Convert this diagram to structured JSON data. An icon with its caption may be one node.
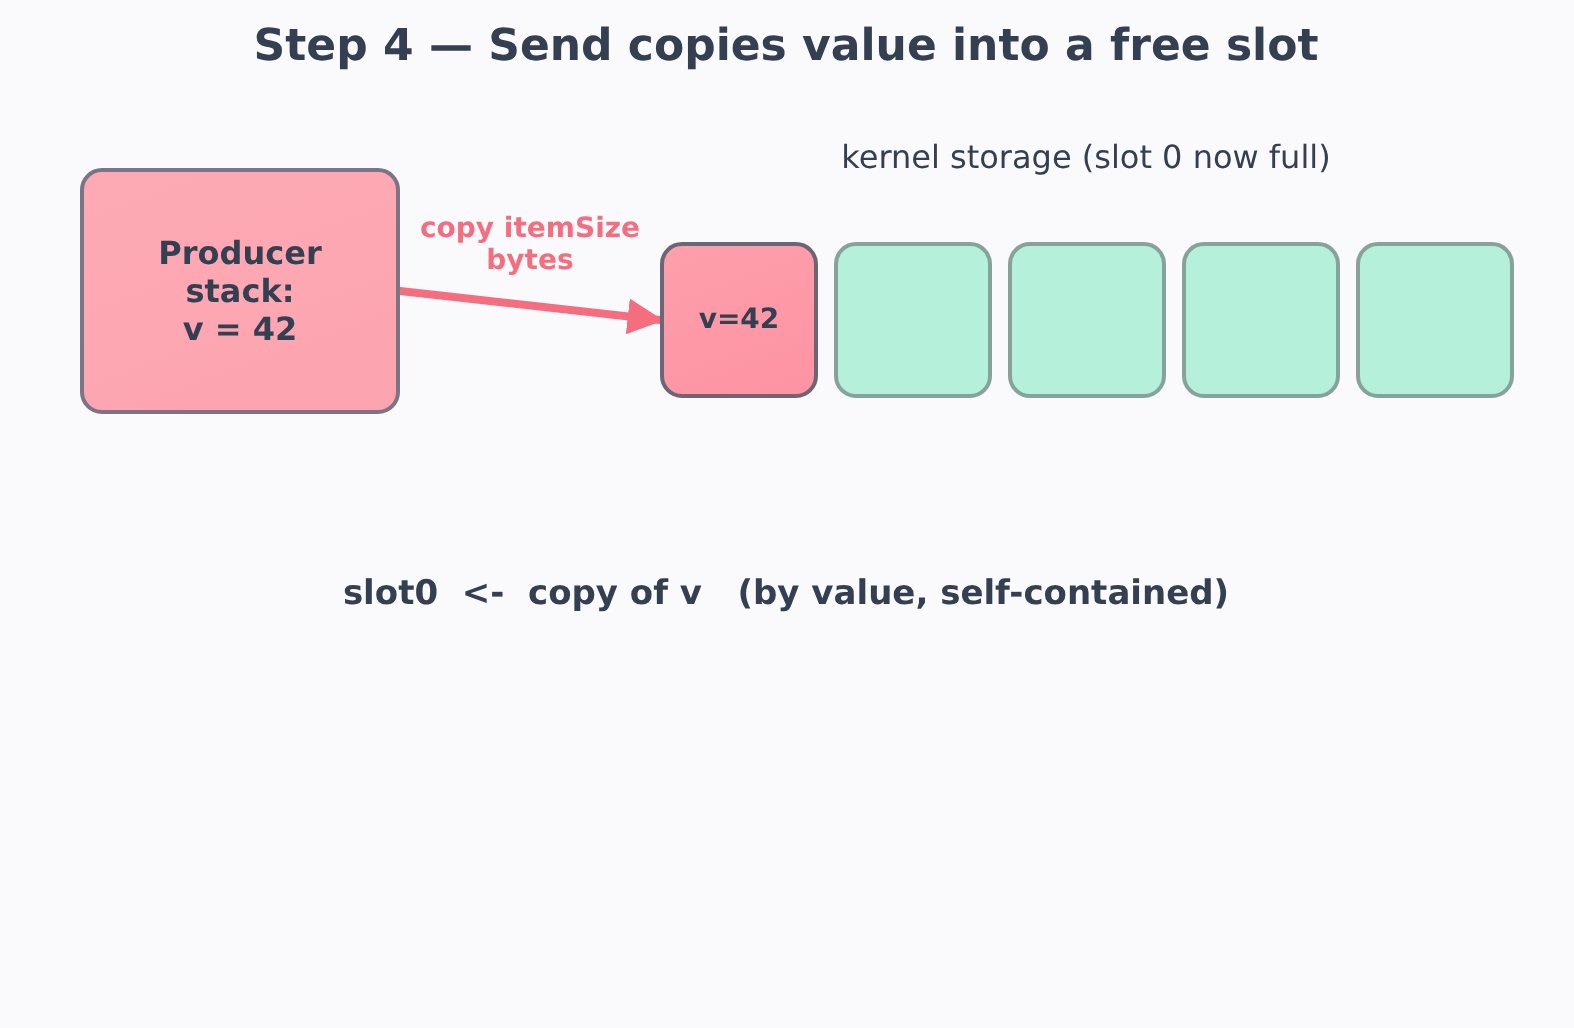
{
  "diagram": {
    "title": "Step 4 — Send copies value into a free slot",
    "nodes": [
      {
        "text": [
          "Producer stack:",
          "v = 42"
        ]
      },
      {
        "text": [
          "v=42"
        ]
      },
      {
        "text": [],
        "shape": "box"
      },
      {
        "text": [],
        "shape": "box"
      },
      {
        "text": [],
        "shape": "box"
      },
      {
        "text": [],
        "shape": "box"
      }
    ],
    "edges": [
      {
        "from": 0,
        "to": 1,
        "arrow": "to",
        "label": "copy itemSize bytes"
      }
    ],
    "labels": [
      "kernel storage (slot 0 now full)",
      "slot0  <-  copy of v   (by value, self-contained)"
    ]
  }
}
